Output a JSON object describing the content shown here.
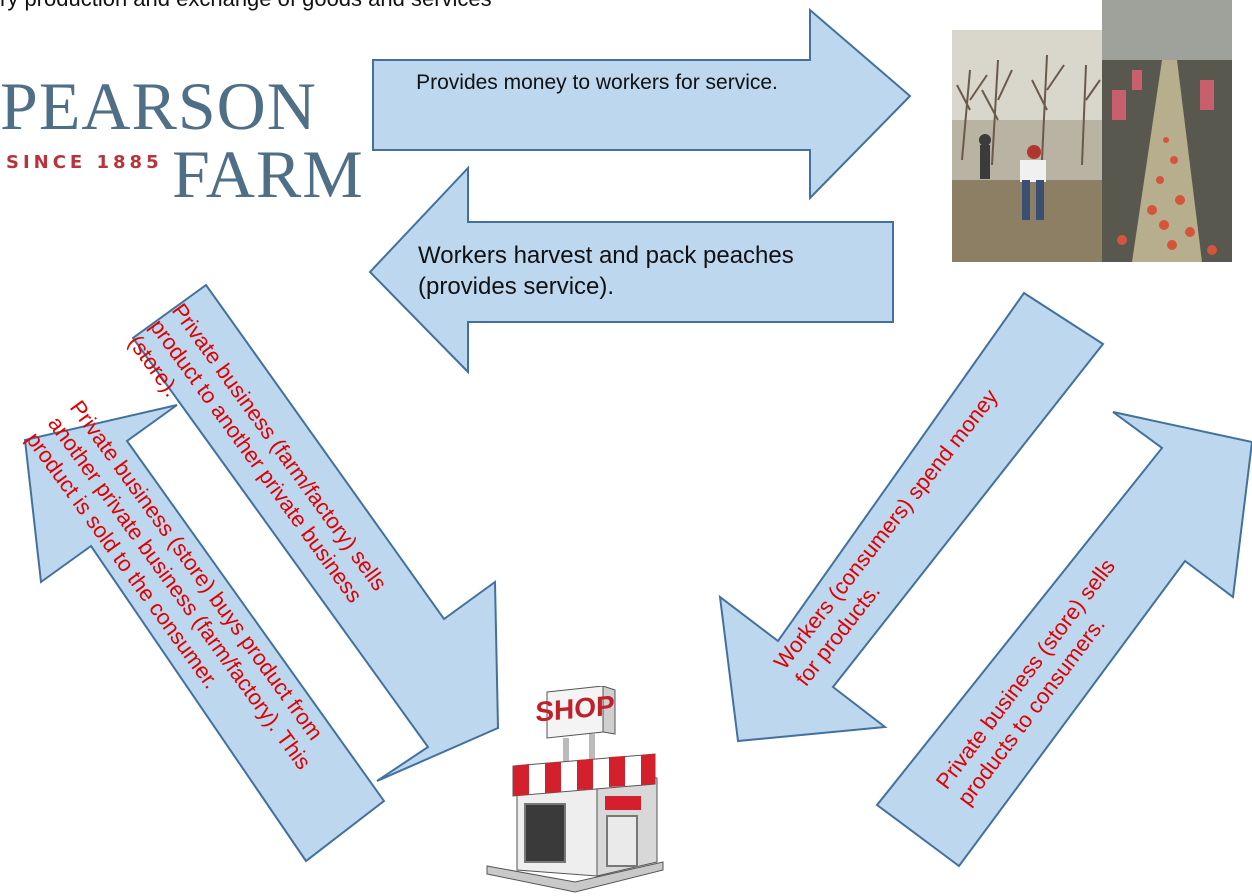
{
  "header_text": "ry production and exchange of goods and services",
  "logo": {
    "name": "PEARSON",
    "since": "SINCE 1885",
    "farm": "FARM"
  },
  "arrows": {
    "money_to_workers": "Provides money to workers for service.",
    "workers_service": "Workers harvest and pack peaches (provides service).",
    "farm_sells_to_store": "Private business (farm/factory) sells product to another private business (store).",
    "store_buys_from_farm": "Private business (store) buys product from another private business (farm/factory). This product is sold to the consumer.",
    "workers_spend": "Workers (consumers) spend money for products.",
    "store_sells_to_consumers": "Private business (store) sells products to consumers."
  },
  "shop_sign": "SHOP",
  "images": {
    "left_photo": "workers-pruning-orchard-photo",
    "right_photo": "peach-packing-line-photo"
  },
  "colors": {
    "arrow_fill": "#bdd7ee",
    "arrow_stroke": "#41719c",
    "red_text": "#e00000",
    "logo_blue": "#4f6f86",
    "logo_red": "#b8343a"
  }
}
